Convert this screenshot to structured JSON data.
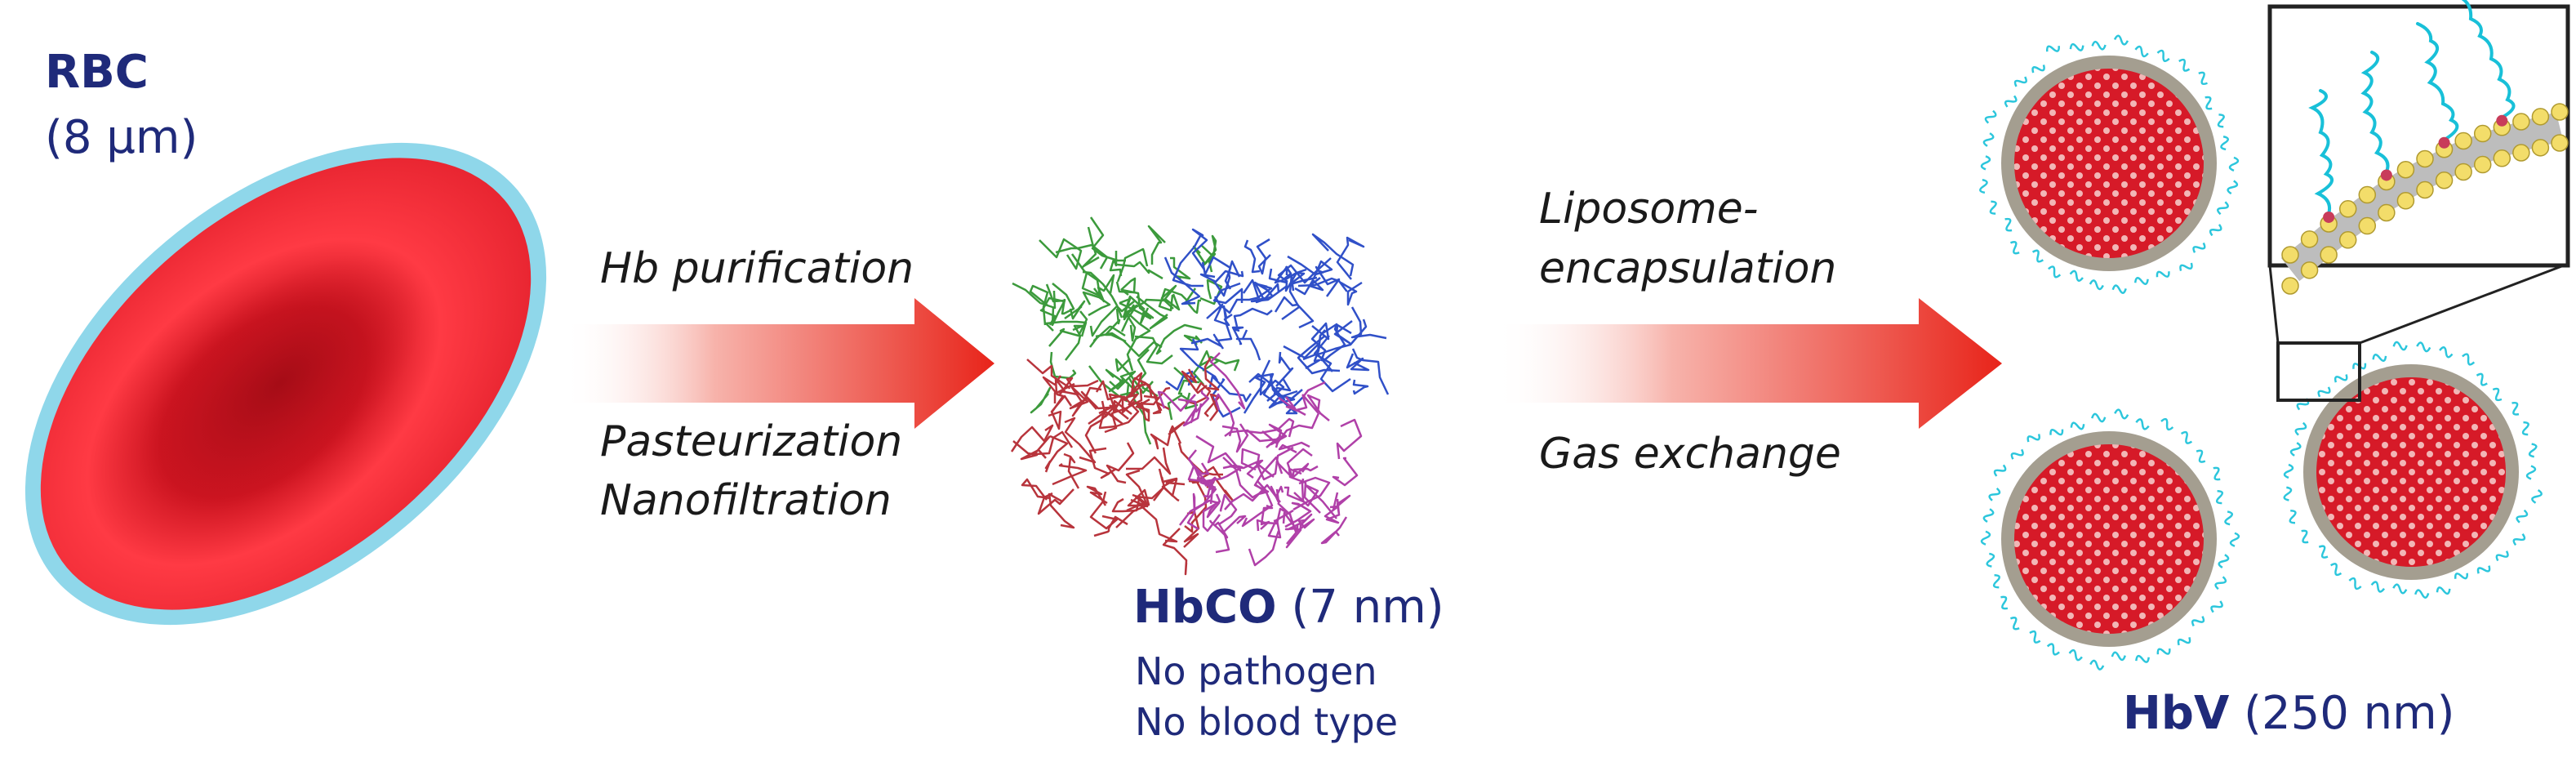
{
  "rbc": {
    "name": "RBC",
    "size": "(8 μm)"
  },
  "step1": {
    "above": "Hb purification",
    "below_1": "Pasteurization",
    "below_2": "Nanofiltration"
  },
  "hbco": {
    "name": "HbCO",
    "size": " (7 nm)",
    "note_1": "No pathogen",
    "note_2": "No blood type"
  },
  "step2": {
    "above_1": "Liposome-",
    "above_2": "encapsulation",
    "below": "Gas exchange"
  },
  "hbv": {
    "name": "HbV",
    "size": " (250 nm)"
  },
  "colors": {
    "label_navy": "#1f2a7a",
    "cell_red": "#e0202c",
    "membrane_blue": "#7fd0e6",
    "arrow_red": "#e8241a",
    "shell_gray": "#a49e90",
    "peg_cyan": "#2cc6dc"
  }
}
